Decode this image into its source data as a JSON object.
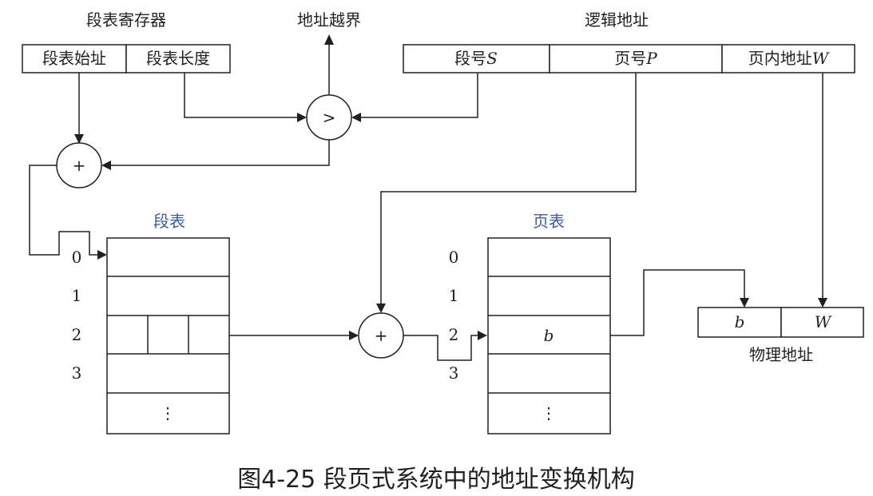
{
  "segment_register": {
    "title": "段表寄存器",
    "start_label": "段表始址",
    "length_label": "段表长度"
  },
  "out_of_bounds": "地址越界",
  "logical_address": {
    "title": "逻辑地址",
    "segment_number": "段号",
    "segment_var": "S",
    "page_number": "页号",
    "page_var": "P",
    "offset": "页内地址",
    "offset_var": "W"
  },
  "comparator_symbol": ">",
  "adder_symbol": "+",
  "segment_table": {
    "title": "段表",
    "row_labels": [
      "0",
      "1",
      "2",
      "3"
    ],
    "ellipsis": "⋮"
  },
  "page_table": {
    "title": "页表",
    "row_labels": [
      "0",
      "1",
      "2",
      "3"
    ],
    "block_label": "b",
    "ellipsis": "⋮"
  },
  "physical_address": {
    "title": "物理地址",
    "block": "b",
    "offset": "W"
  },
  "caption": "图4-25  段页式系统中的地址变换机构",
  "colors": {
    "line": "#231f20",
    "title_blue": "#3a5aa8"
  }
}
